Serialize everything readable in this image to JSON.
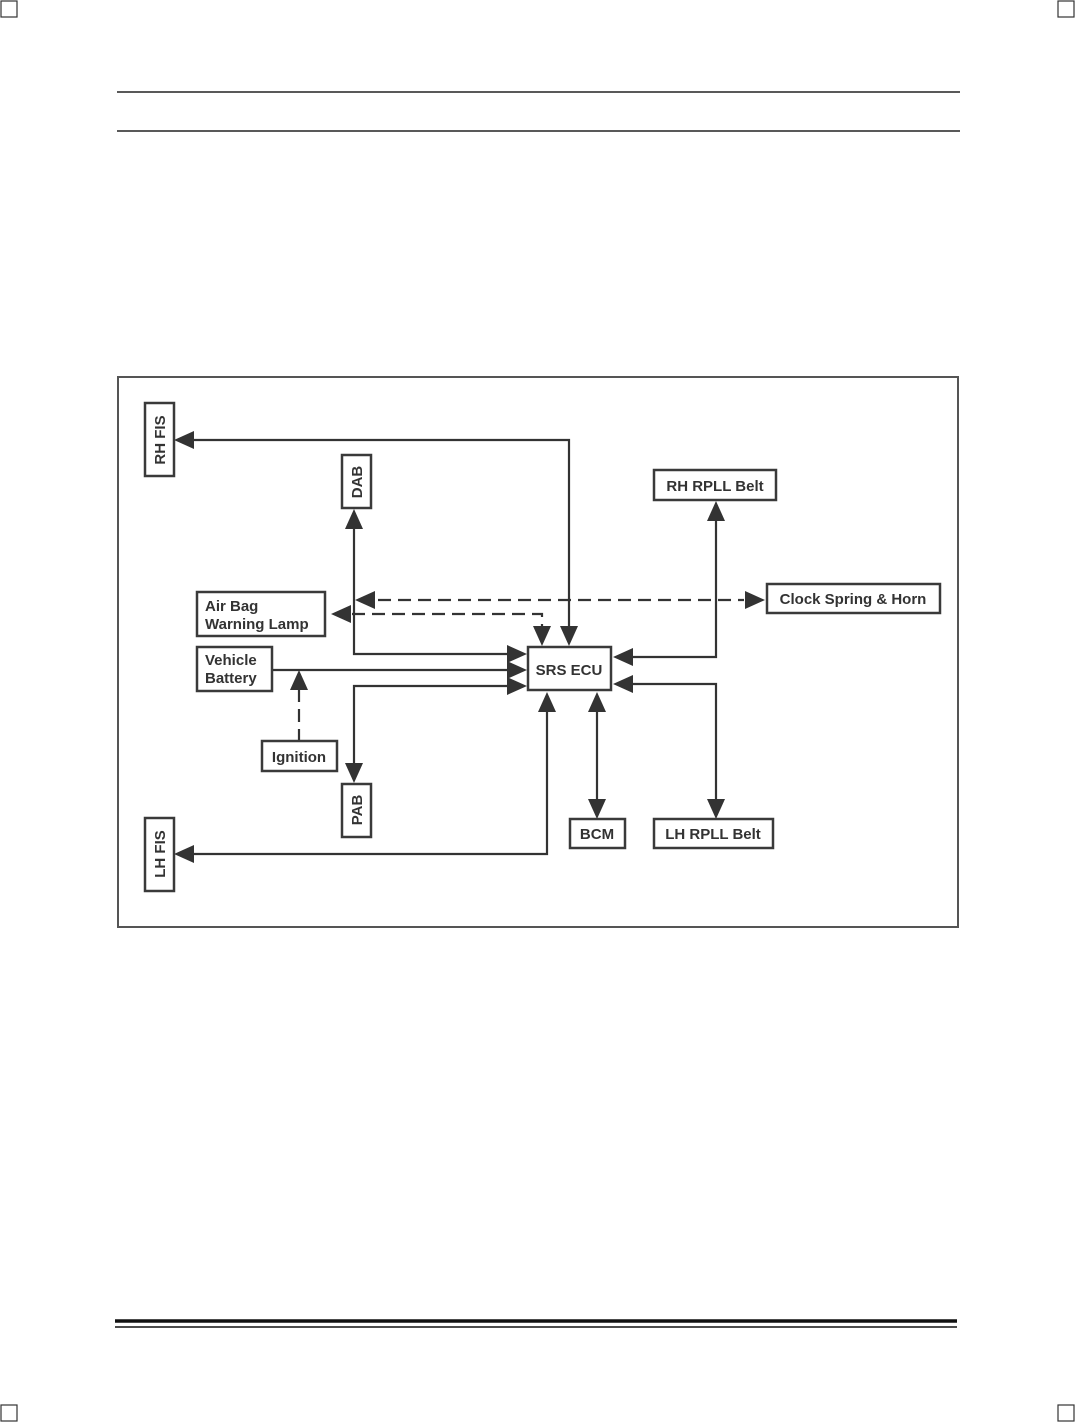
{
  "diagram": {
    "nodes": {
      "rh_fis": "RH FIS",
      "dab": "DAB",
      "rh_rpll_belt": "RH RPLL Belt",
      "airbag_lamp_line1": "Air Bag",
      "airbag_lamp_line2": "Warning Lamp",
      "clock_spring_horn": "Clock Spring & Horn",
      "vehicle_battery_line1": "Vehicle",
      "vehicle_battery_line2": "Battery",
      "srs_ecu": "SRS ECU",
      "ignition": "Ignition",
      "pab": "PAB",
      "bcm": "BCM",
      "lh_rpll_belt": "LH RPLL Belt",
      "lh_fis": "LH FIS"
    }
  }
}
